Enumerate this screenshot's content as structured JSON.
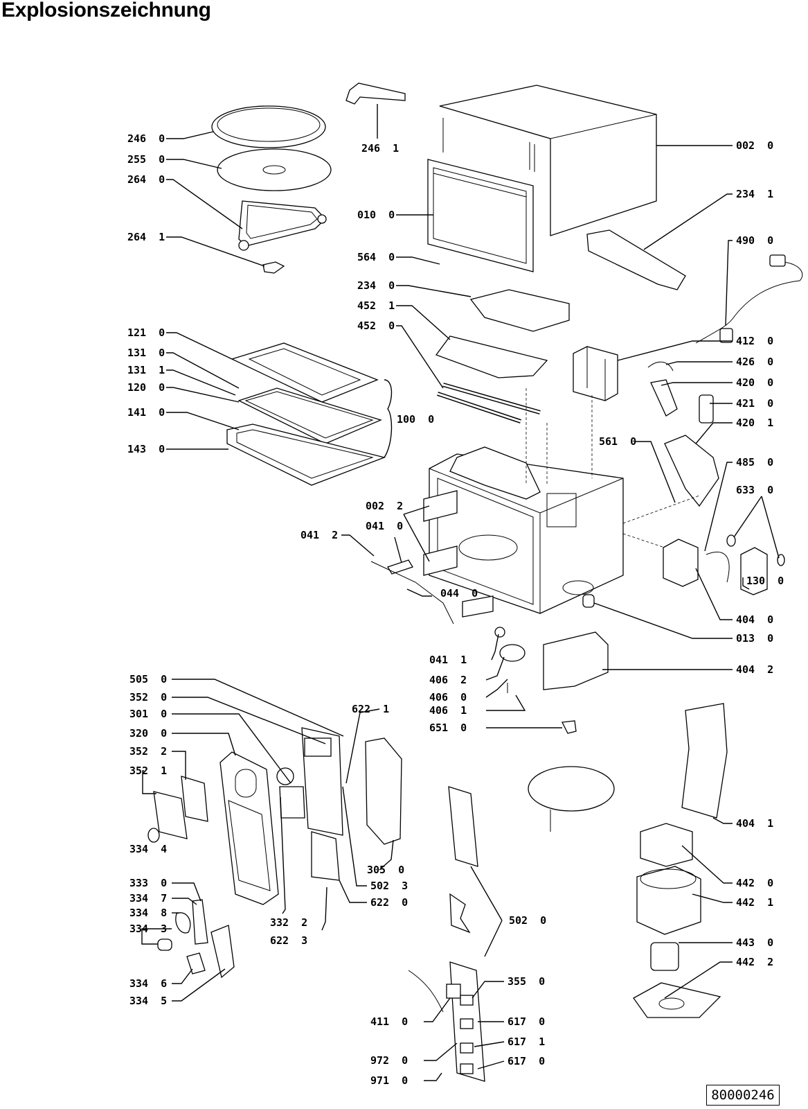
{
  "page": {
    "title": "Explosionszeichnung",
    "document_number": "80000246"
  },
  "callouts": {
    "c0020": "002  0",
    "c2341": "234  1",
    "c4900": "490  0",
    "c4120": "412  0",
    "c4260": "426  0",
    "c4200": "420  0",
    "c4210": "421  0",
    "c4201": "420  1",
    "c5610": "561  0",
    "c4850": "485  0",
    "c6330": "633  0",
    "c1300": "130  0",
    "c4040": "404  0",
    "c0130": "013  0",
    "c4042": "404  2",
    "c4041": "404  1",
    "c4420": "442  0",
    "c4421": "442  1",
    "c4430": "443  0",
    "c4422": "442  2",
    "c2460": "246  0",
    "c2550": "255  0",
    "c2640": "264  0",
    "c2641": "264  1",
    "c2461": "246  1",
    "c0100": "010  0",
    "c5640": "564  0",
    "c2340": "234  0",
    "c4521": "452  1",
    "c4520": "452  0",
    "c1210": "121  0",
    "c1310": "131  0",
    "c1311": "131  1",
    "c1200": "120  0",
    "c1410": "141  0",
    "c1430": "143  0",
    "c1000": "100  0",
    "c0022": "002  2",
    "c0410": "041  0",
    "c0412": "041  2",
    "c0440": "044  0",
    "c0411": "041  1",
    "c4062": "406  2",
    "c4060": "406  0",
    "c4061": "406  1",
    "c6510": "651  0",
    "c5050": "505  0",
    "c3520": "352  0",
    "c3010": "301  0",
    "c3200": "320  0",
    "c3522": "352  2",
    "c3521": "352  1",
    "c3344": "334  4",
    "c3330": "333  0",
    "c3347": "334  7",
    "c3348": "334  8",
    "c3343": "334  3",
    "c3346": "334  6",
    "c3345": "334  5",
    "c6221": "622  1",
    "c3050": "305  0",
    "c5023": "502  3",
    "c6220": "622  0",
    "c3322": "332  2",
    "c6223": "622  3",
    "c5020": "502  0",
    "c3550": "355  0",
    "c4110": "411  0",
    "c6170a": "617  0",
    "c6171": "617  1",
    "c9720": "972  0",
    "c6170b": "617  0",
    "c9710": "971  0"
  }
}
